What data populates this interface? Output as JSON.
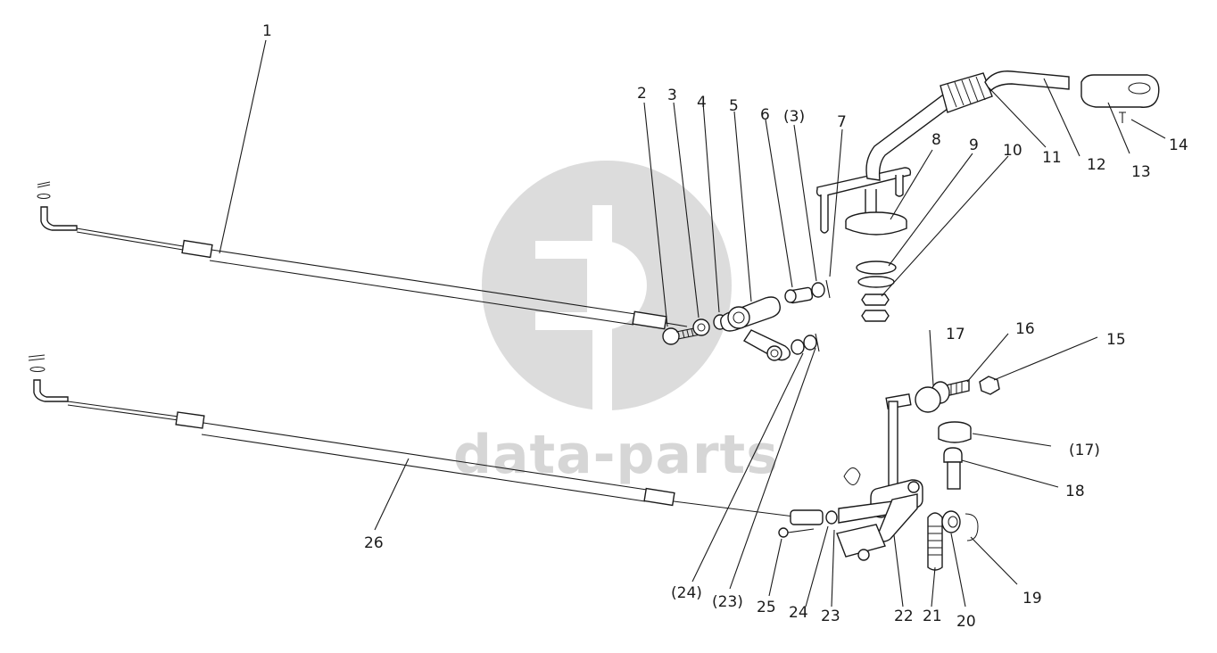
{
  "watermark": {
    "brand": "data-parts",
    "color": "#d4d4d4"
  },
  "callouts": [
    {
      "id": "1",
      "text": "1"
    },
    {
      "id": "2",
      "text": "2"
    },
    {
      "id": "3",
      "text": "3"
    },
    {
      "id": "4",
      "text": "4"
    },
    {
      "id": "5",
      "text": "5"
    },
    {
      "id": "6",
      "text": "6"
    },
    {
      "id": "3b",
      "text": "(3)"
    },
    {
      "id": "7",
      "text": "7"
    },
    {
      "id": "8",
      "text": "8"
    },
    {
      "id": "9",
      "text": "9"
    },
    {
      "id": "10",
      "text": "10"
    },
    {
      "id": "11",
      "text": "11"
    },
    {
      "id": "12",
      "text": "12"
    },
    {
      "id": "13",
      "text": "13"
    },
    {
      "id": "14",
      "text": "14"
    },
    {
      "id": "15",
      "text": "15"
    },
    {
      "id": "16",
      "text": "16"
    },
    {
      "id": "17",
      "text": "17"
    },
    {
      "id": "17b",
      "text": "(17)"
    },
    {
      "id": "18",
      "text": "18"
    },
    {
      "id": "19",
      "text": "19"
    },
    {
      "id": "20",
      "text": "20"
    },
    {
      "id": "21",
      "text": "21"
    },
    {
      "id": "22",
      "text": "22"
    },
    {
      "id": "23",
      "text": "23"
    },
    {
      "id": "24",
      "text": "24"
    },
    {
      "id": "23b",
      "text": "(23)"
    },
    {
      "id": "24b",
      "text": "(24)"
    },
    {
      "id": "25",
      "text": "25"
    },
    {
      "id": "26",
      "text": "26"
    }
  ]
}
